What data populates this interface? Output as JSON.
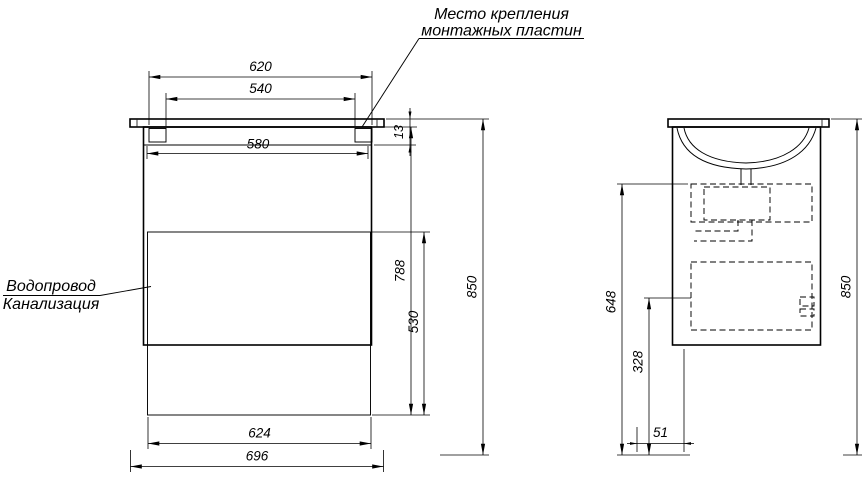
{
  "annotations": {
    "mounting_plates": {
      "line1": "Место крепления",
      "line2": "монтажных пластин"
    },
    "plumbing": {
      "line1": "Водопровод",
      "line2": "Канализация"
    }
  },
  "front_view": {
    "dims": {
      "plates_outer_width": "620",
      "plates_inner_width": "540",
      "cabinet_inner_width": "580",
      "plate_offset": "13",
      "body_height": "788",
      "service_zone_height": "530",
      "total_height": "850",
      "service_zone_width": "624",
      "countertop_width": "696"
    }
  },
  "side_view": {
    "dims": {
      "trap_height": "648",
      "outlet_height": "328",
      "total_height": "850",
      "wall_offset": "51"
    }
  }
}
